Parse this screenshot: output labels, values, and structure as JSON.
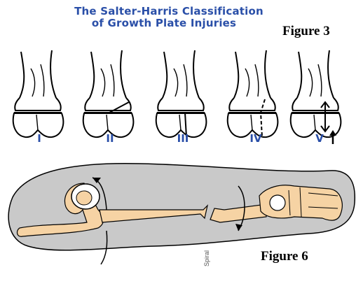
{
  "title": {
    "line1": "The Salter-Harris Classification",
    "line2": "of Growth Plate Injuries"
  },
  "figure3_label": "Figure 3",
  "figure6_label": "Figure 6",
  "numerals": [
    "I",
    "II",
    "III",
    "IV",
    "V"
  ],
  "credit": "Spiral",
  "colors": {
    "title": "#2a4fa8",
    "bone_fill": "#f6d3a4",
    "cast_fill": "#c9c9c9",
    "outline": "#000000"
  }
}
